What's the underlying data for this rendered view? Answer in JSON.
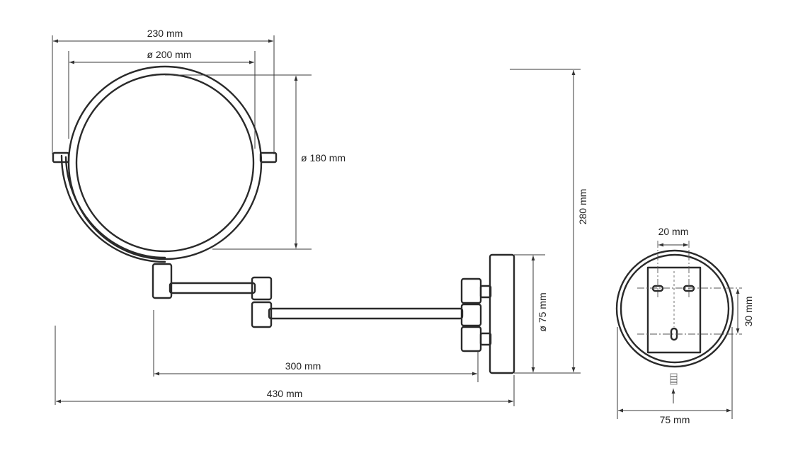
{
  "dimensions": {
    "overall_width": "230 mm",
    "mirror_outer": "ø 200 mm",
    "mirror_inner": "ø 180 mm",
    "overall_height": "280 mm",
    "base_diameter": "ø 75 mm",
    "arm_reach": "300 mm",
    "total_reach": "430 mm",
    "hole_spacing": "20 mm",
    "slot_spacing": "30 mm",
    "base_width": "75 mm"
  }
}
